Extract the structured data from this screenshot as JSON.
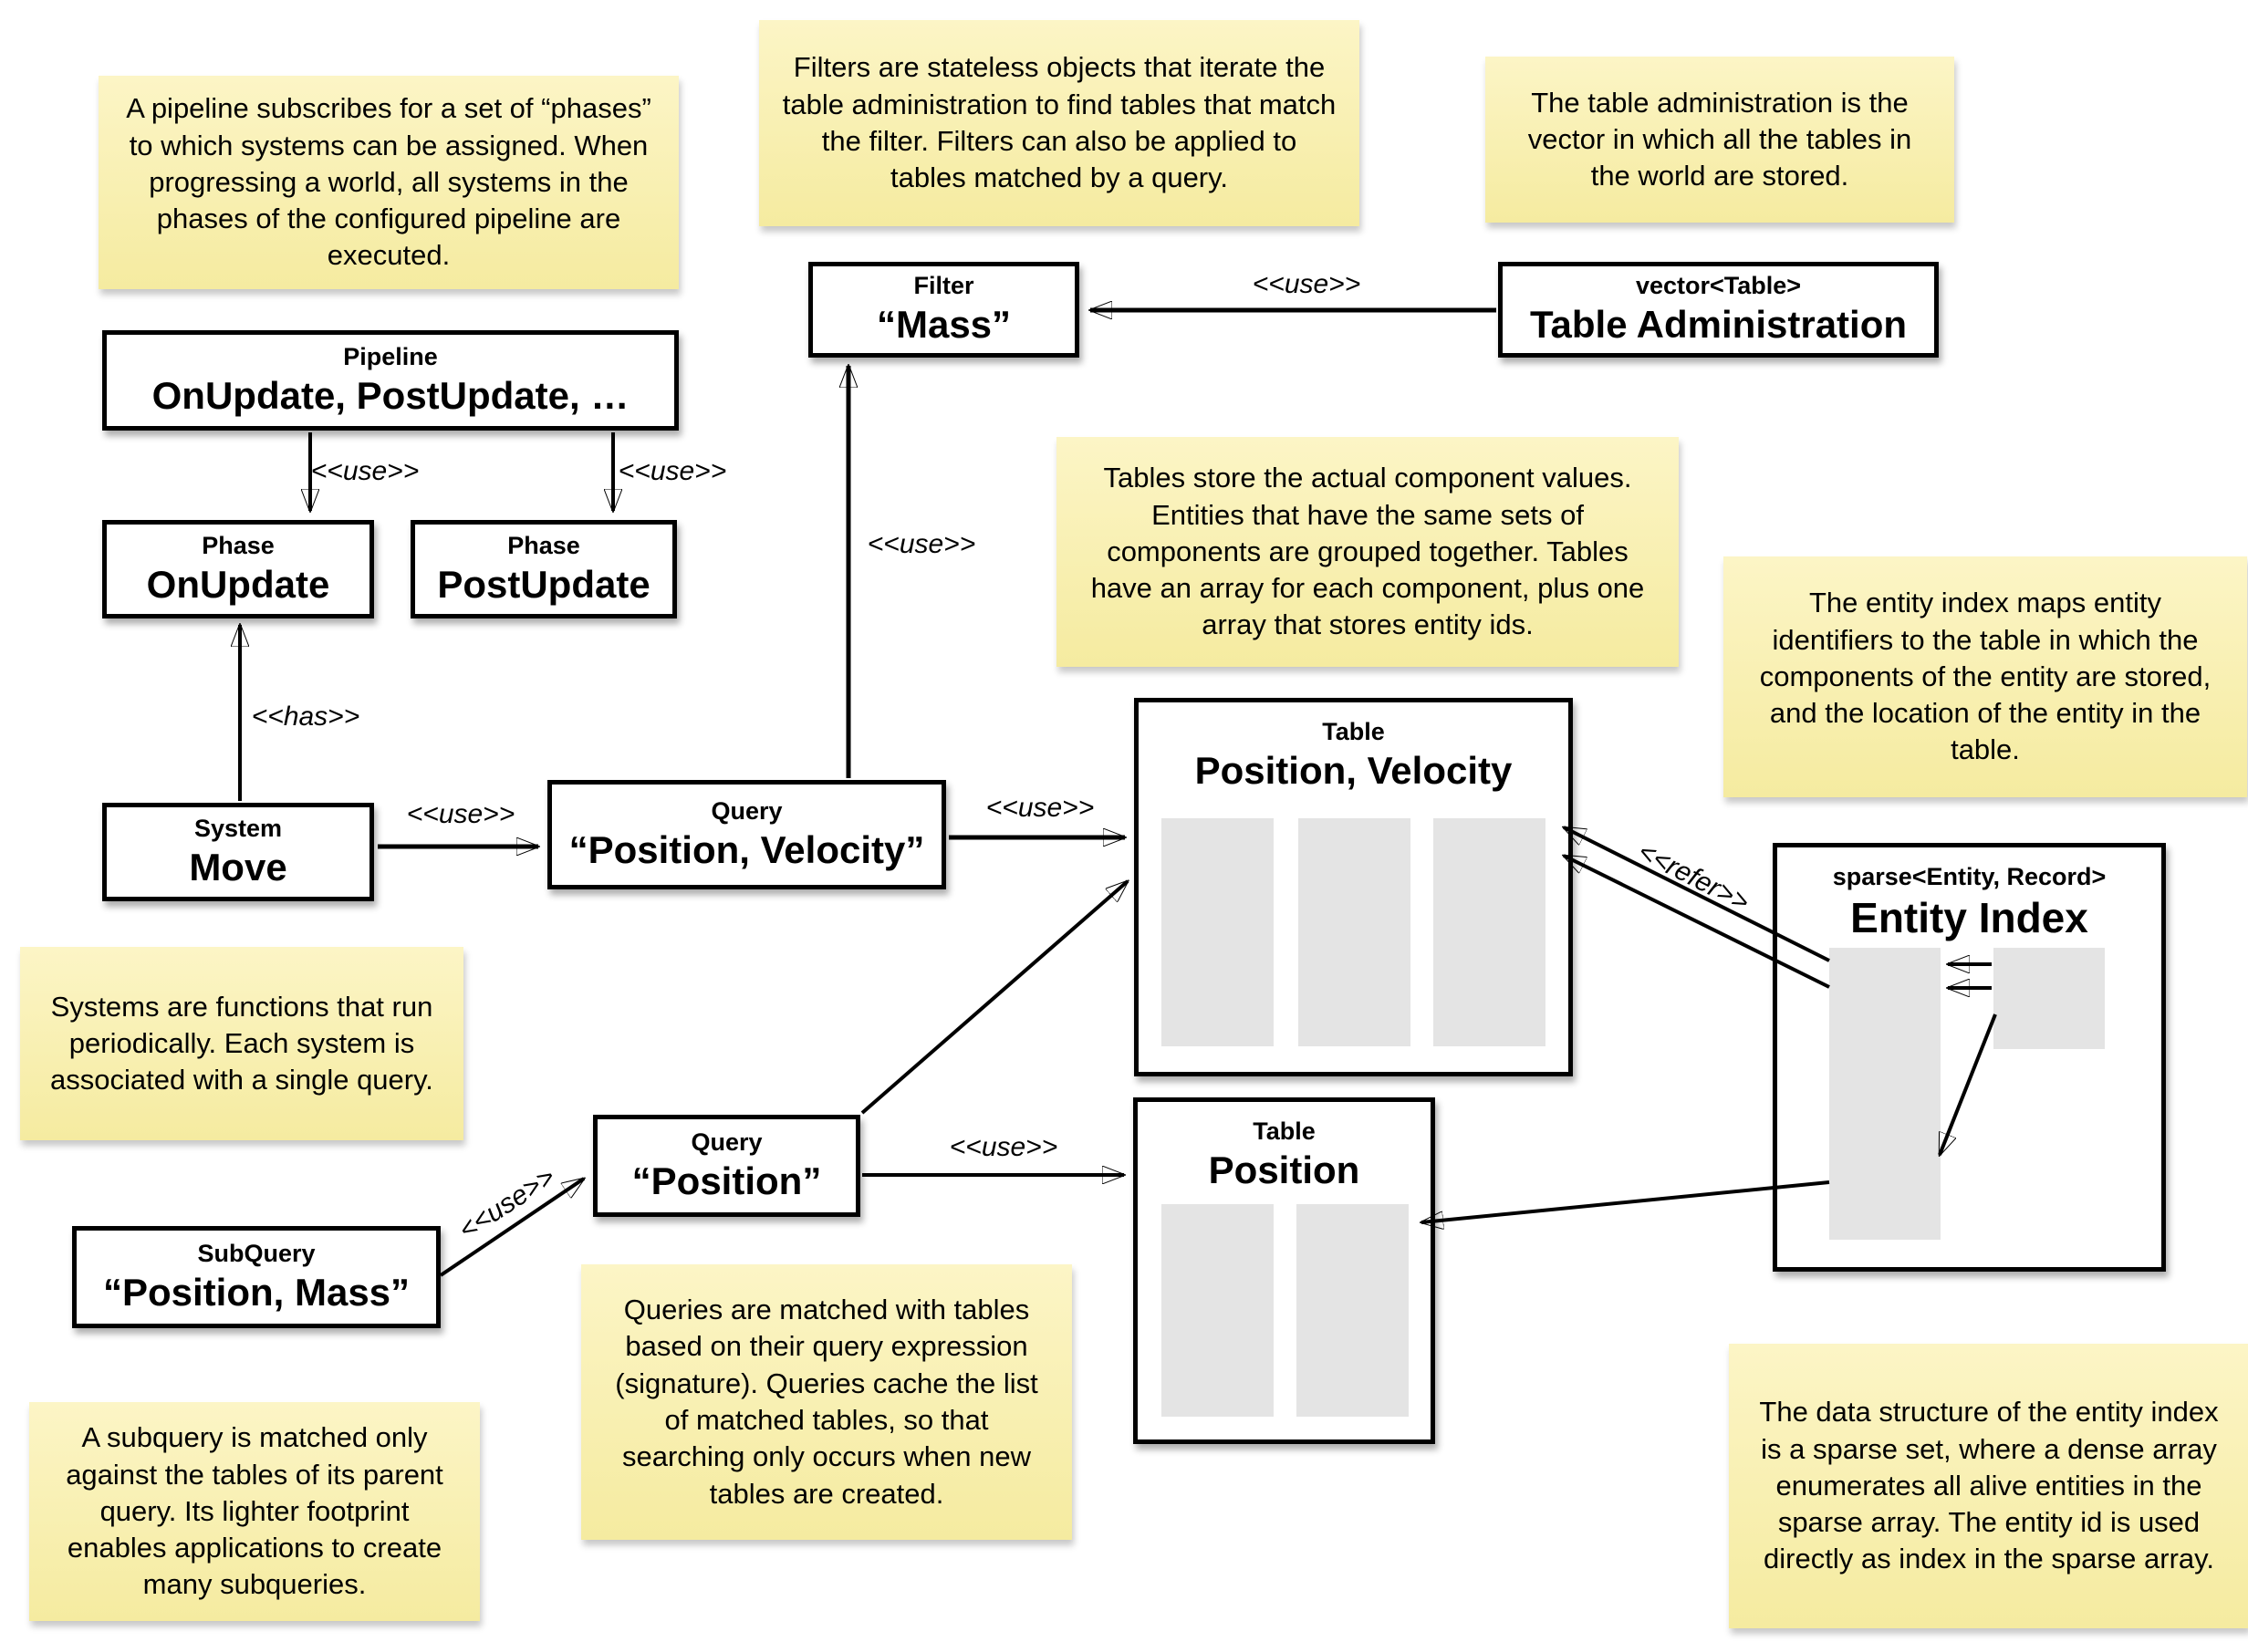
{
  "notes": {
    "pipeline": {
      "text": "A pipeline subscribes for a set of “phases” to which systems can be assigned. When progressing a world, all systems in the phases of the configured pipeline are executed."
    },
    "filters": {
      "text": "Filters are stateless objects that iterate the table administration to find tables that match the filter. Filters can also be applied to tables matched by a query."
    },
    "table_admin": {
      "text": "The table administration is the vector in which all the tables in the world are stored."
    },
    "tables": {
      "text": "Tables store the actual component values. Entities that have the same sets of components are grouped together. Tables have an array for each component, plus one array that stores entity ids."
    },
    "entity_index": {
      "text": "The entity index maps entity identifiers to the table in which the components of the entity are stored, and the location of the entity in the table."
    },
    "systems": {
      "text": "Systems are functions that run periodically. Each system is associated with a single query."
    },
    "queries": {
      "text": "Queries are matched with tables based on their query expression (signature). Queries cache the list of matched tables, so that searching only occurs when new tables are created."
    },
    "subquery": {
      "text": "A subquery is matched only against the tables of its parent query. Its lighter footprint enables applications to create many subqueries."
    },
    "sparse_set": {
      "text": "The data structure of the entity index is a sparse set, where a dense array enumerates all alive entities in the sparse array. The entity id is used directly as index in the sparse array."
    }
  },
  "boxes": {
    "pipeline": {
      "title": "Pipeline",
      "value": "OnUpdate, PostUpdate, …"
    },
    "phase_onupdate": {
      "title": "Phase",
      "value": "OnUpdate"
    },
    "phase_postupdate": {
      "title": "Phase",
      "value": "PostUpdate"
    },
    "system_move": {
      "title": "System",
      "value": "Move"
    },
    "query_pv": {
      "title": "Query",
      "value": "“Position, Velocity”"
    },
    "filter_mass": {
      "title": "Filter",
      "value": "“Mass”"
    },
    "table_admin": {
      "title": "vector<Table>",
      "value": "Table Administration"
    },
    "table_pv": {
      "title": "Table",
      "value": "Position, Velocity"
    },
    "table_pos": {
      "title": "Table",
      "value": "Position"
    },
    "query_pos": {
      "title": "Query",
      "value": "“Position”"
    },
    "subquery": {
      "title": "SubQuery",
      "value": "“Position, Mass”"
    },
    "entity_index": {
      "title": "sparse<Entity, Record>",
      "value": "Entity Index"
    }
  },
  "edge_labels": {
    "pipeline_onupdate": "<<use>>",
    "pipeline_postupdate": "<<use>>",
    "system_has": "<<has>>",
    "system_query": "<<use>>",
    "query_filter": "<<use>>",
    "admin_filter": "<<use>>",
    "query_tablepv": "<<use>>",
    "querypos_tablepos": "<<use>>",
    "subquery_query": "<<use>>",
    "refer": "<<refer>>"
  },
  "colors": {
    "note_bg_top": "#FCF5C6",
    "note_bg_bottom": "#F5EBA0",
    "box_border": "#000000",
    "array_bar": "#E4E4E4"
  }
}
